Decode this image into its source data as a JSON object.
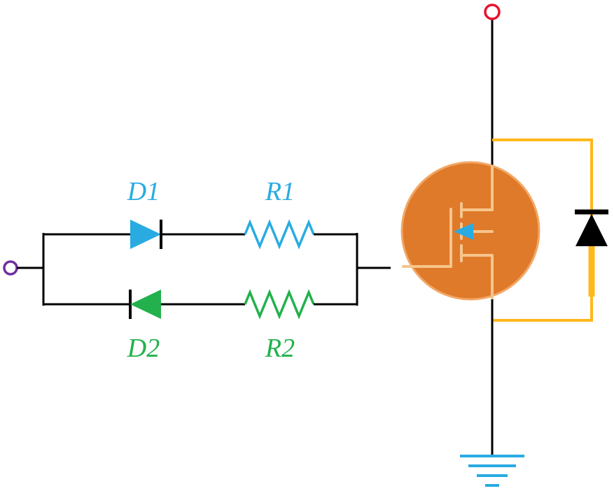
{
  "labels": {
    "d1": "D1",
    "r1": "R1",
    "d2": "D2",
    "r2": "R2"
  },
  "colors": {
    "background": "#ffffff",
    "wire": "#000000",
    "terminalRed": "#e8112d",
    "terminalPurple": "#7030a0",
    "blue": "#29abe2",
    "green": "#22b14c",
    "amber": "#ffb81c",
    "mosfetFill": "#df7a2b",
    "mosfetEdge": "#f2a765",
    "mosfetSymbol": "#f7c58b"
  }
}
